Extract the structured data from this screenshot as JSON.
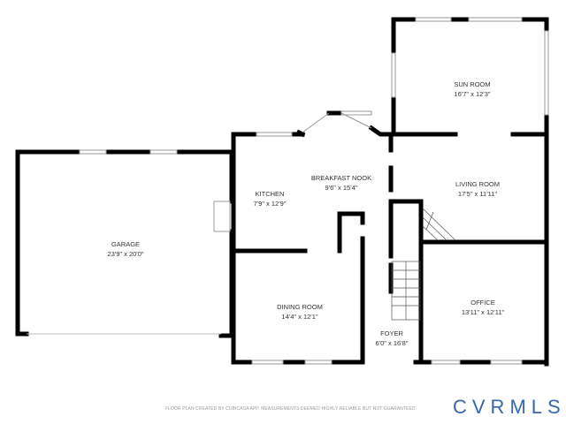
{
  "rooms": [
    {
      "name": "SUN ROOM",
      "size": "16'7\" x 12'3\""
    },
    {
      "name": "BREAKFAST NOOK",
      "size": "9'6\" x 15'4\""
    },
    {
      "name": "KITCHEN",
      "size": "7'9\" x 12'9\""
    },
    {
      "name": "LIVING ROOM",
      "size": "17'5\" x 11'11\""
    },
    {
      "name": "GARAGE",
      "size": "23'9\" x 20'0\""
    },
    {
      "name": "DINING ROOM",
      "size": "14'4\" x 12'1\""
    },
    {
      "name": "OFFICE",
      "size": "13'11\" x 12'11\""
    },
    {
      "name": "FOYER",
      "size": "6'0\" x 16'8\""
    }
  ],
  "footer": "FLOOR PLAN CREATED BY CUBICASA APP. MEASUREMENTS DEEMED HIGHLY RELIABLE BUT NOT GUARANTEED.",
  "logo": "CVRMLS",
  "colors": {
    "wall": "#000000",
    "logo": "#3a66ad"
  }
}
